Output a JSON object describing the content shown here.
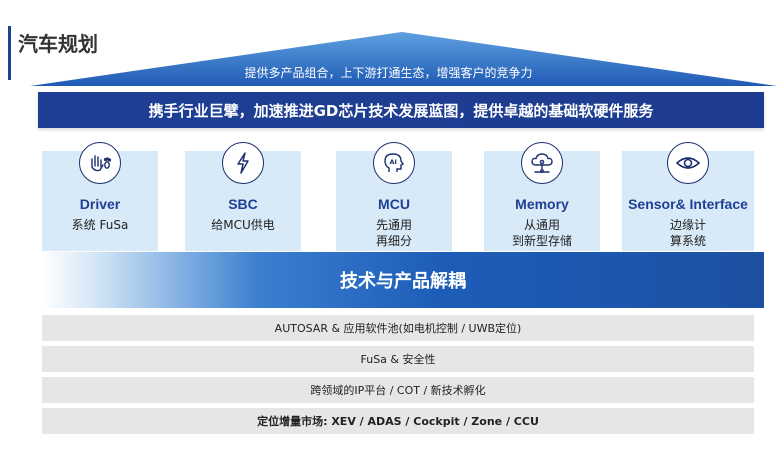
{
  "page": {
    "title": "汽车规划"
  },
  "roof": {
    "text": "提供多产品组合，上下游打通生态，增强客户的竞争力"
  },
  "banner": {
    "text": "携手行业巨擘，加速推进GD芯片技术发展蓝图，提供卓越的基础软硬件服务"
  },
  "pillars": [
    {
      "icon": "hand-footprint-icon",
      "name": "Driver",
      "desc": "系统 FuSa"
    },
    {
      "icon": "lightning-bolt-icon",
      "name": "SBC",
      "desc": "给MCU供电"
    },
    {
      "icon": "ai-head-icon",
      "name": "MCU",
      "desc": "先通用\n再细分"
    },
    {
      "icon": "cloud-network-icon",
      "name": "Memory",
      "desc": "从通用\n到新型存储"
    },
    {
      "icon": "eye-icon",
      "name": "Sensor& Interface",
      "desc": "边缘计\n算系统"
    }
  ],
  "decouple": {
    "text": "技术与产品解耦"
  },
  "layers": [
    {
      "text": "AUTOSAR & 应用软件池(如电机控制 / UWB定位)"
    },
    {
      "text": "FuSa & 安全性"
    },
    {
      "text": "跨领域的IP平台 / COT / 新技术孵化"
    },
    {
      "text": "定位增量市场: XEV / ADAS / Cockpit / Zone / CCU"
    }
  ],
  "colors": {
    "brand": "#1e3f95",
    "pillar_bg": "#d8eaf8",
    "layer_bg": "#e6e6e6"
  }
}
